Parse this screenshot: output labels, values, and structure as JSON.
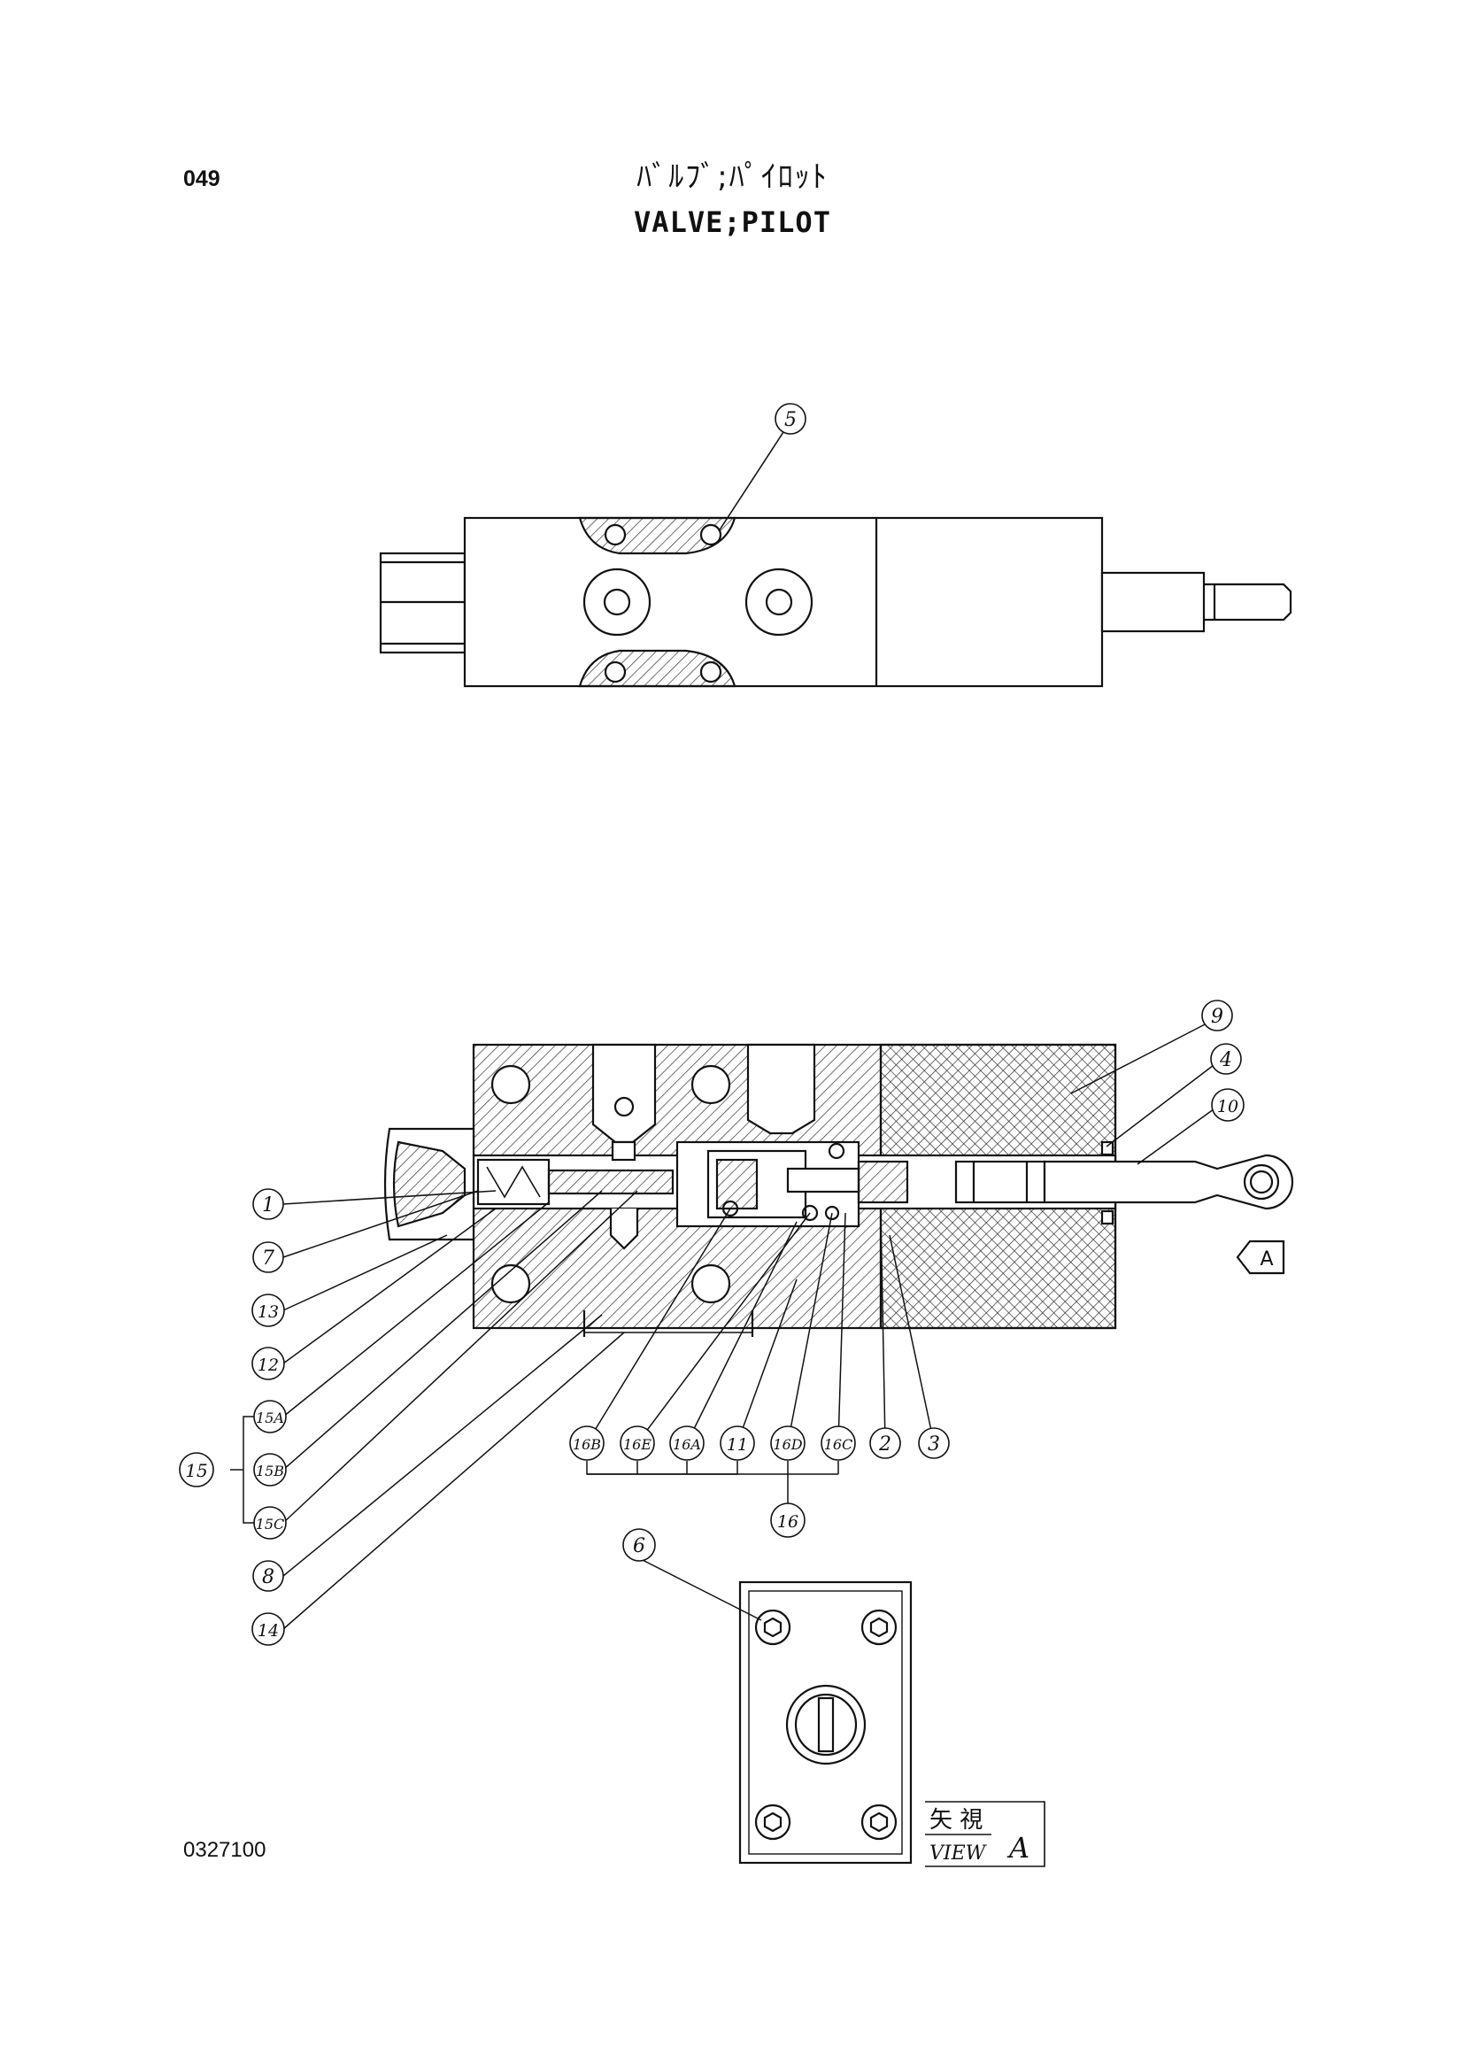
{
  "header": {
    "page_number": "049",
    "title_jp": "ﾊﾞﾙﾌﾞ;ﾊﾟｲﾛｯﾄ",
    "title_en": "VALVE;PILOT"
  },
  "footer": {
    "drawing_number": "0327100"
  },
  "view_label": {
    "kanji": "矢 視",
    "view": "VIEW",
    "letter": "A"
  },
  "arrow_label": "A",
  "callouts": {
    "c1": "1",
    "c2": "2",
    "c3": "3",
    "c4": "4",
    "c5": "5",
    "c6": "6",
    "c7": "7",
    "c8": "8",
    "c9": "9",
    "c10": "10",
    "c11": "11",
    "c12": "12",
    "c13": "13",
    "c14": "14",
    "c15": "15",
    "c15A": "15A",
    "c15B": "15B",
    "c15C": "15C",
    "c16": "16",
    "c16A": "16A",
    "c16B": "16B",
    "c16C": "16C",
    "c16D": "16D",
    "c16E": "16E"
  }
}
